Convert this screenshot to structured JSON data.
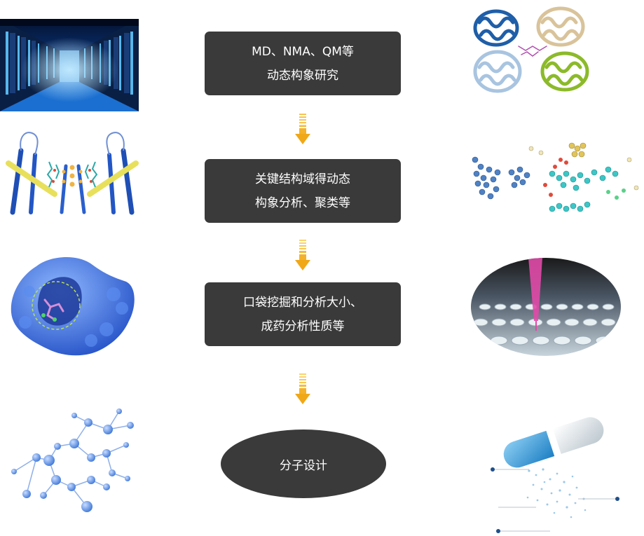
{
  "flow": {
    "step1": {
      "line1": "MD、NMA、QM等",
      "line2": "动态构象研究"
    },
    "step2": {
      "line1": "关键结构域得动态",
      "line2": "构象分析、聚类等"
    },
    "step3": {
      "line1": "口袋挖掘和分析大小、",
      "line2": "成药分析性质等"
    },
    "final": {
      "label": "分子设计"
    }
  },
  "colors": {
    "box": "#3a3a3a",
    "box_text": "#ffffff",
    "arrow": "#f0a818"
  },
  "icons": [
    "server-room-image",
    "ion-channel-image",
    "protein-pocket-image",
    "molecule-network-image",
    "protein-ribbon-image",
    "cluster-scatter-image",
    "microplate-pipette-image",
    "capsule-image"
  ]
}
